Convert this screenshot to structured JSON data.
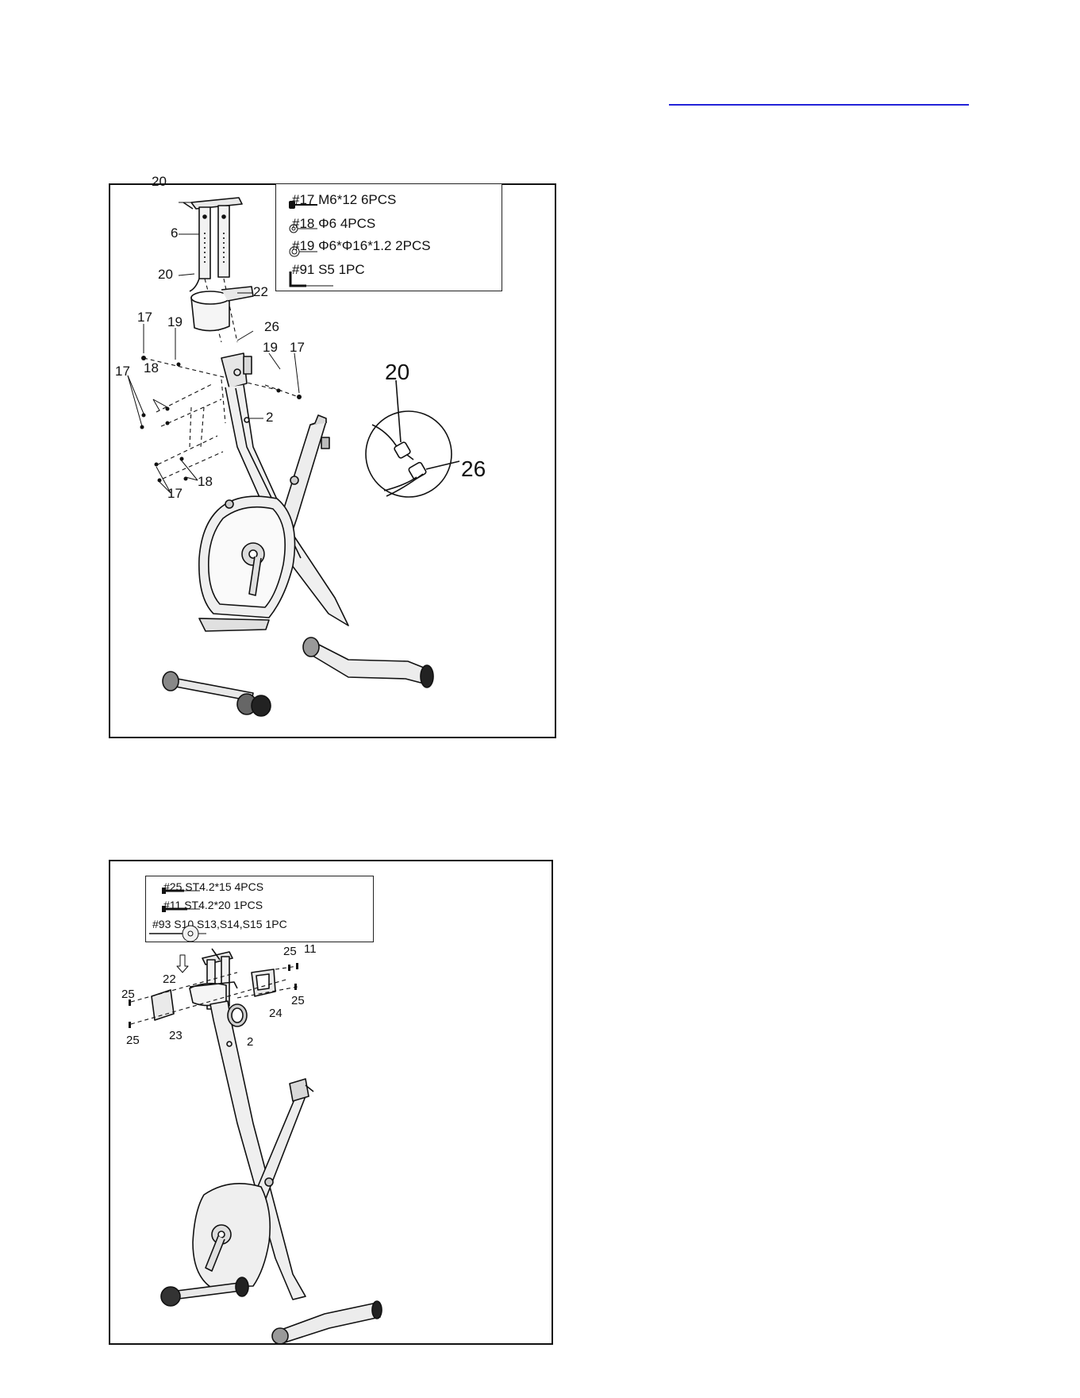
{
  "figure1": {
    "legend": [
      {
        "icon": "screw-icon",
        "text": "#17  M6*12  6PCS"
      },
      {
        "icon": "washer-icon",
        "text": "#18  Φ6  4PCS"
      },
      {
        "icon": "washer-icon",
        "text": "#19  Φ6*Φ16*1.2  2PCS"
      },
      {
        "icon": "allen-key-icon",
        "text": "#91  S5  1PC"
      }
    ],
    "callouts": {
      "c20a": "20",
      "c6": "6",
      "c20b": "20",
      "c22": "22",
      "c26": "26",
      "c17a": "17",
      "c19a": "19",
      "c19b": "19",
      "c17b": "17",
      "c18a": "18",
      "c17c": "17",
      "c2": "2",
      "c18b": "18",
      "c17d": "17",
      "detail20": "20",
      "detail26": "26"
    }
  },
  "figure2": {
    "legend": [
      {
        "icon": "screw-icon",
        "text": "#25 ST4.2*15  4PCS"
      },
      {
        "icon": "screw-icon",
        "text": "#11 ST4.2*20  1PCS"
      },
      {
        "icon": "multi-wrench-icon",
        "text": "#93 S10,S13,S14,S15  1PC"
      }
    ],
    "callouts": {
      "c25a": "25",
      "c11": "11",
      "c22": "22",
      "c25b": "25",
      "c25c": "25",
      "c24": "24",
      "c25d": "25",
      "c23": "23",
      "c2": "2"
    }
  },
  "colors": {
    "link": "#2323d8",
    "line": "#111111",
    "frame": "#d9d9d9"
  }
}
